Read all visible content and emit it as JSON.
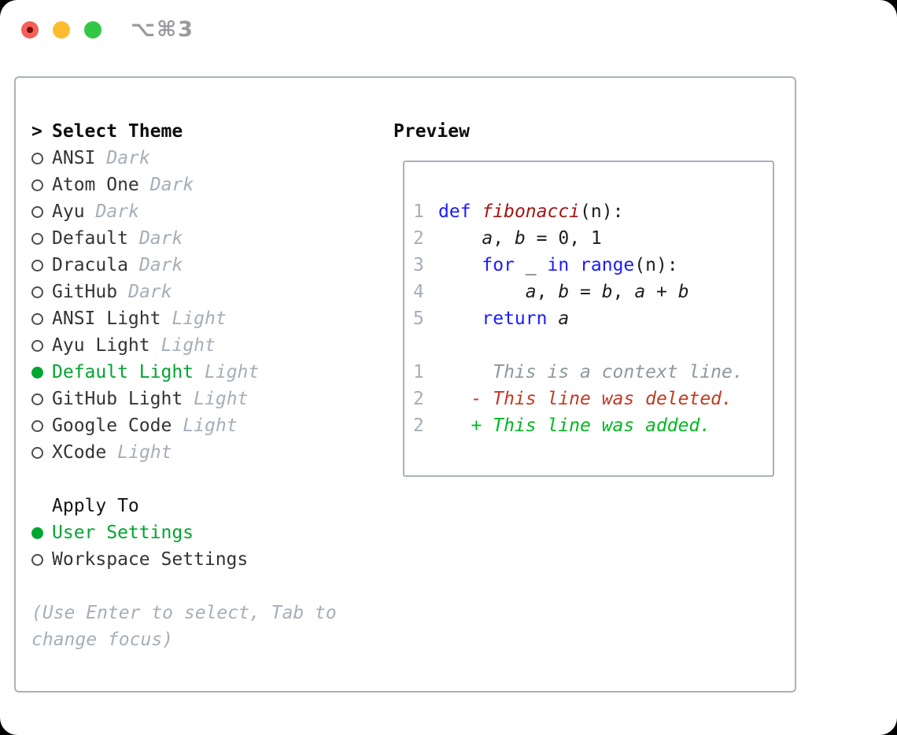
{
  "window": {
    "title": "⌥⌘3",
    "traffic_lights": {
      "close_color": "#f5605a",
      "close_dot_color": "#770b06",
      "minimize_color": "#fdbc2f",
      "zoom_color": "#32c746"
    }
  },
  "theme_picker": {
    "header": {
      "marker": ">",
      "label": "Select Theme"
    },
    "items": [
      {
        "name": "ANSI",
        "variant": "Dark",
        "selected": false
      },
      {
        "name": "Atom One",
        "variant": "Dark",
        "selected": false
      },
      {
        "name": "Ayu",
        "variant": "Dark",
        "selected": false
      },
      {
        "name": "Default",
        "variant": "Dark",
        "selected": false
      },
      {
        "name": "Dracula",
        "variant": "Dark",
        "selected": false
      },
      {
        "name": "GitHub",
        "variant": "Dark",
        "selected": false
      },
      {
        "name": "ANSI Light",
        "variant": "Light",
        "selected": false
      },
      {
        "name": "Ayu Light",
        "variant": "Light",
        "selected": false
      },
      {
        "name": "Default Light",
        "variant": "Light",
        "selected": true
      },
      {
        "name": "GitHub Light",
        "variant": "Light",
        "selected": false
      },
      {
        "name": "Google Code",
        "variant": "Light",
        "selected": false
      },
      {
        "name": "XCode",
        "variant": "Light",
        "selected": false
      }
    ],
    "apply_to": {
      "label": "Apply To",
      "options": [
        {
          "label": "User Settings",
          "selected": true
        },
        {
          "label": "Workspace Settings",
          "selected": false
        }
      ]
    },
    "hint_lines": [
      "(Use Enter to select, Tab to",
      "change focus)"
    ]
  },
  "preview": {
    "label": "Preview",
    "code_lines": [
      {
        "num": "1",
        "segments": [
          {
            "text": "def",
            "style": "kw"
          },
          {
            "text": " ",
            "style": "plain"
          },
          {
            "text": "fibonacci",
            "style": "fn"
          },
          {
            "text": "(n):",
            "style": "plain"
          }
        ]
      },
      {
        "num": "2",
        "segments": [
          {
            "text": "    ",
            "style": "plain"
          },
          {
            "text": "a",
            "style": "var"
          },
          {
            "text": ", ",
            "style": "plain"
          },
          {
            "text": "b",
            "style": "var"
          },
          {
            "text": " = 0, 1",
            "style": "plain"
          }
        ]
      },
      {
        "num": "3",
        "segments": [
          {
            "text": "    ",
            "style": "plain"
          },
          {
            "text": "for",
            "style": "kw"
          },
          {
            "text": " _ ",
            "style": "plain"
          },
          {
            "text": "in",
            "style": "kw"
          },
          {
            "text": " ",
            "style": "plain"
          },
          {
            "text": "range",
            "style": "kw"
          },
          {
            "text": "(n):",
            "style": "plain"
          }
        ]
      },
      {
        "num": "4",
        "segments": [
          {
            "text": "        ",
            "style": "plain"
          },
          {
            "text": "a",
            "style": "var"
          },
          {
            "text": ", ",
            "style": "plain"
          },
          {
            "text": "b",
            "style": "var"
          },
          {
            "text": " = ",
            "style": "plain"
          },
          {
            "text": "b",
            "style": "var"
          },
          {
            "text": ", ",
            "style": "plain"
          },
          {
            "text": "a",
            "style": "var"
          },
          {
            "text": " + ",
            "style": "plain"
          },
          {
            "text": "b",
            "style": "var"
          }
        ]
      },
      {
        "num": "5",
        "segments": [
          {
            "text": "    ",
            "style": "plain"
          },
          {
            "text": "return",
            "style": "kw"
          },
          {
            "text": " ",
            "style": "plain"
          },
          {
            "text": "a",
            "style": "var"
          }
        ]
      }
    ],
    "diff_lines": [
      {
        "num": "1",
        "segments": [
          {
            "text": "     This is a context line.",
            "style": "ctx"
          }
        ]
      },
      {
        "num": "2",
        "segments": [
          {
            "text": "   - This line was deleted.",
            "style": "del"
          }
        ]
      },
      {
        "num": "2",
        "segments": [
          {
            "text": "   + This line was added.",
            "style": "add"
          }
        ]
      }
    ]
  },
  "colors": {
    "selected_green": "#00a532",
    "added_green": "#00b822",
    "deleted_red": "#c23a23",
    "keyword_blue": "#1a1aff",
    "function_dark_red": "#a31414",
    "muted_gray": "#a6aeb8",
    "context_gray": "#8f979f",
    "border_gray": "#a9b1bb",
    "text_dark": "#343438"
  }
}
